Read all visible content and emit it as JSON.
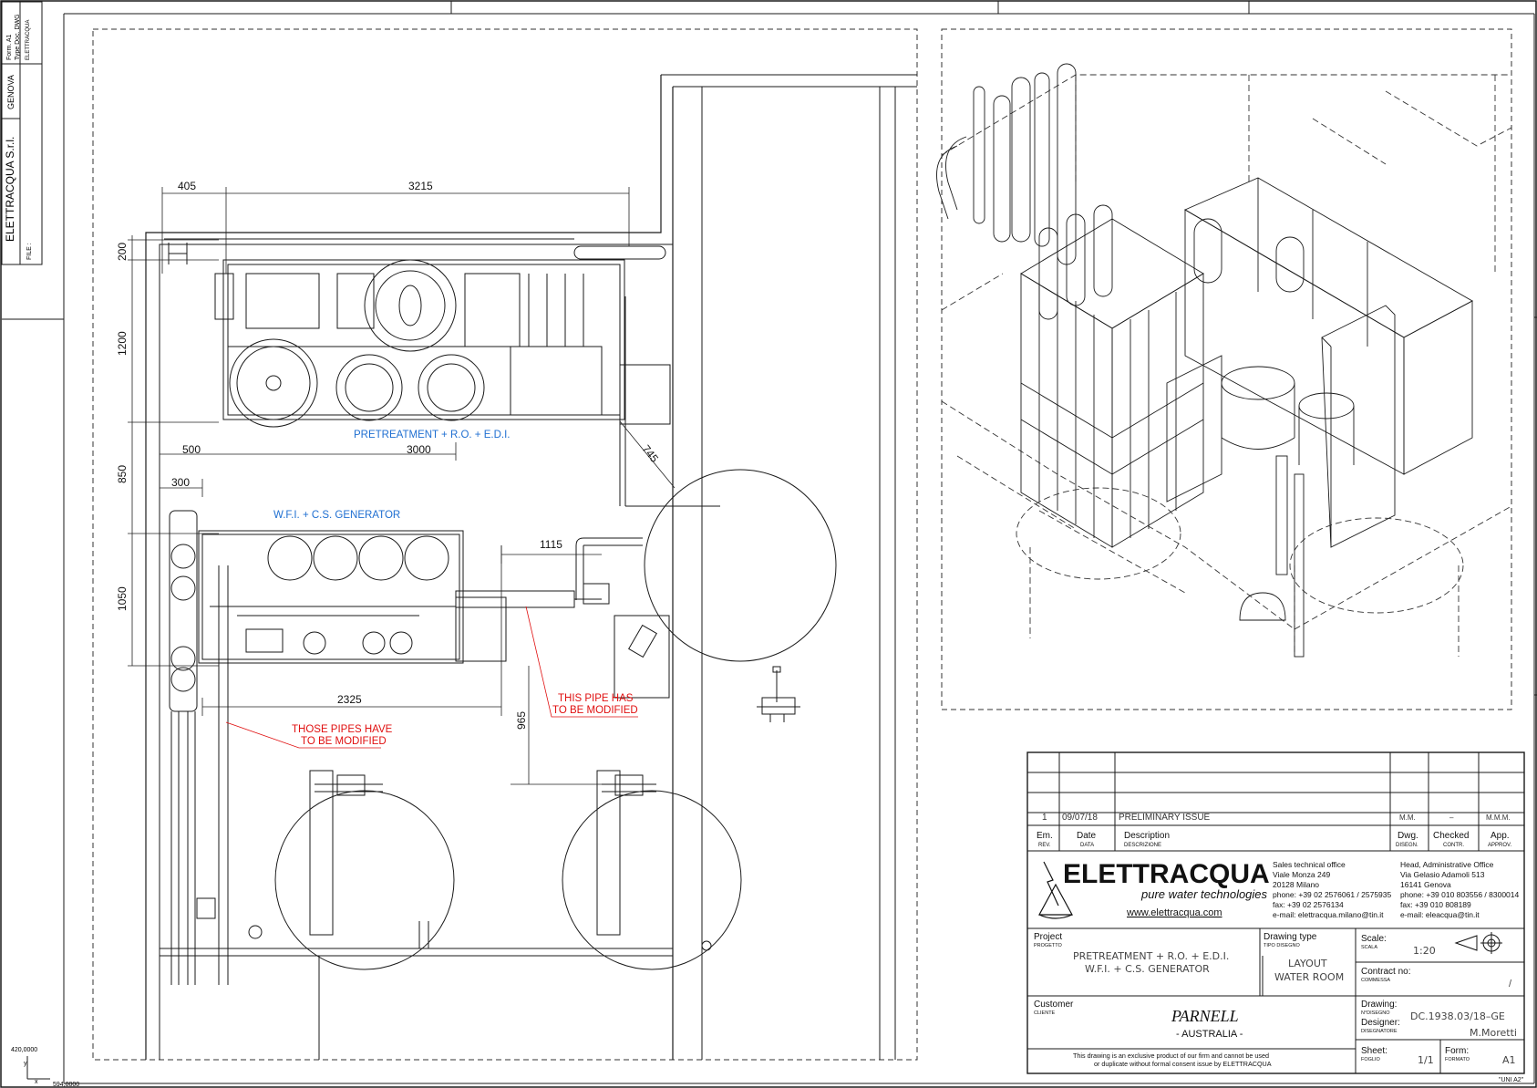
{
  "side_strip": {
    "company": "ELETTRACQUA S.r.l.",
    "city": "GENOVA",
    "form_label": "Form. A1",
    "type_doc_label": "Type Doc. DWG",
    "type_doc_value": "ELETTRACQUA",
    "file_label": "FILE :"
  },
  "origin": {
    "y_value": "420,0000",
    "x_value": "594,0000",
    "y_axis": "y",
    "x_axis": "x"
  },
  "dimensions": {
    "d405": "405",
    "d3215": "3215",
    "d200": "200",
    "d1200": "1200",
    "d500": "500",
    "d3000": "3000",
    "d850": "850",
    "d300": "300",
    "d745": "745",
    "d1115": "1115",
    "d1050": "1050",
    "d2325": "2325",
    "d965": "965"
  },
  "labels": {
    "pretreatment": "PRETREATMENT + R.O. + E.D.I.",
    "wfi": "W.F.I. + C.S. GENERATOR",
    "note_pipe_1": "THIS PIPE HAS",
    "note_pipe_2": "TO BE MODIFIED",
    "note_pipes_1": "THOSE PIPES HAVE",
    "note_pipes_2": "TO BE MODIFIED"
  },
  "revisions": {
    "row": {
      "em": "1",
      "date": "09/07/18",
      "description": "PRELIMINARY ISSUE",
      "dwg": "M.M.",
      "checked": "–",
      "app": "M.M.M."
    },
    "headers": {
      "em": "Em.",
      "em_sub": "REV.",
      "date": "Date",
      "date_sub": "DATA",
      "desc": "Description",
      "desc_sub": "DESCRIZIONE",
      "dwg": "Dwg.",
      "dwg_sub": "DISEGN.",
      "checked": "Checked",
      "checked_sub": "CONTR.",
      "app": "App.",
      "app_sub": "APPROV."
    }
  },
  "company": {
    "logo": "ELETTRACQUA",
    "tagline": "pure water technologies",
    "website": "www.elettracqua.com",
    "sales": [
      "Sales technical office",
      "Viale Monza 249",
      "20128 Milano",
      "phone: +39 02 2576061 / 2575935",
      "fax: +39 02 2576134",
      "e-mail: elettracqua.milano@tin.it"
    ],
    "head": [
      "Head, Administrative Office",
      "Via Gelasio Adamoli 513",
      "16141 Genova",
      "phone: +39 010 803556 / 8300014",
      "fax: +39 010 808189",
      "e-mail: eleacqua@tin.it"
    ]
  },
  "title_block": {
    "project_label": "Project",
    "project_sub": "PROGETTO",
    "project_line1": "PRETREATMENT + R.O. + E.D.I.",
    "project_line2": "W.F.I. + C.S. GENERATOR",
    "drawing_type_label": "Drawing type",
    "drawing_type_sub": "TIPO DISEGNO",
    "drawing_type_line1": "LAYOUT",
    "drawing_type_line2": "WATER ROOM",
    "scale_label": "Scale:",
    "scale_sub": "SCALA",
    "scale_value": "1:20",
    "contract_label": "Contract no:",
    "contract_sub": "COMMESSA",
    "contract_value": "/",
    "drawing_label": "Drawing:",
    "drawing_sub": "N°DISEGNO",
    "drawing_value": "DC.1938.03/18–GE",
    "customer_label": "Customer",
    "customer_sub": "CLIENTE",
    "customer_name": "PARNELL",
    "customer_country": "- AUSTRALIA -",
    "designer_label": "Designer:",
    "designer_sub": "DISEGNATORE",
    "designer_value": "M.Moretti",
    "sheet_label": "Sheet:",
    "sheet_sub": "FOGLIO",
    "sheet_value": "1/1",
    "form_label": "Form:",
    "form_sub": "FORMATO",
    "form_value": "A1",
    "disclaimer_1": "This drawing is an exclusive product of our firm and cannot be used",
    "disclaimer_2": "or duplicate without formal consent issue by ELETTRACQUA",
    "footer_tag": "\"UNI A2\""
  },
  "colors": {
    "line": "#1a1a1a",
    "dim": "#222222",
    "blue_label": "#1f6fd1",
    "red_note": "#e01010"
  }
}
